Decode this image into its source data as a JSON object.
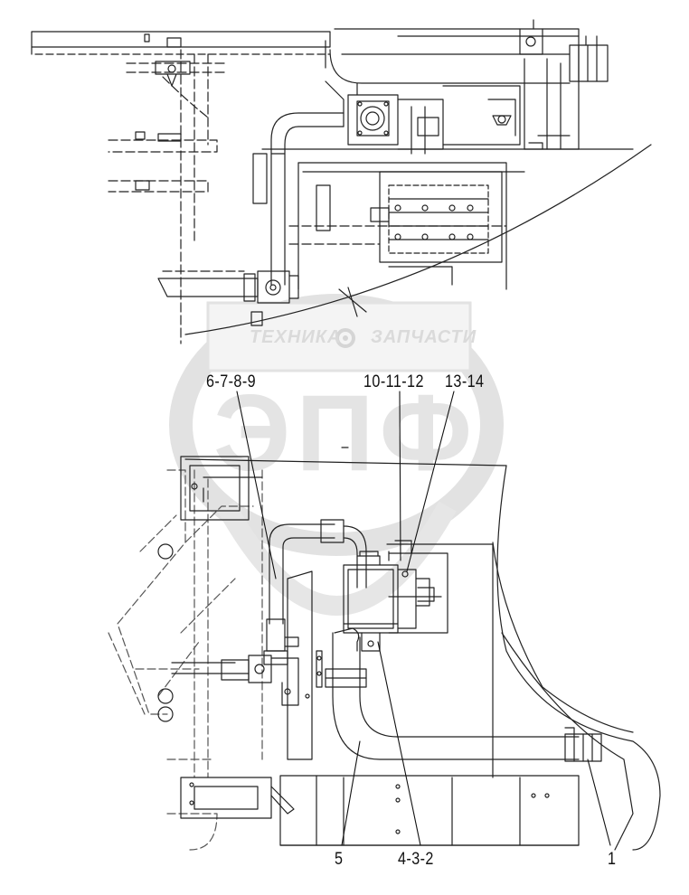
{
  "watermark": {
    "line_left": "ТЕХНИКА",
    "line_right": "ЗАПЧАСТИ",
    "big": "ЭПФ",
    "color": "#dadada"
  },
  "callouts": {
    "c6789": "6-7-8-9",
    "c101112": "10-11-12",
    "c1314": "13-14",
    "c5": "5",
    "c432": "4-3-2",
    "c1": "1"
  },
  "colors": {
    "line": "#222222",
    "hidden": "#555555"
  }
}
